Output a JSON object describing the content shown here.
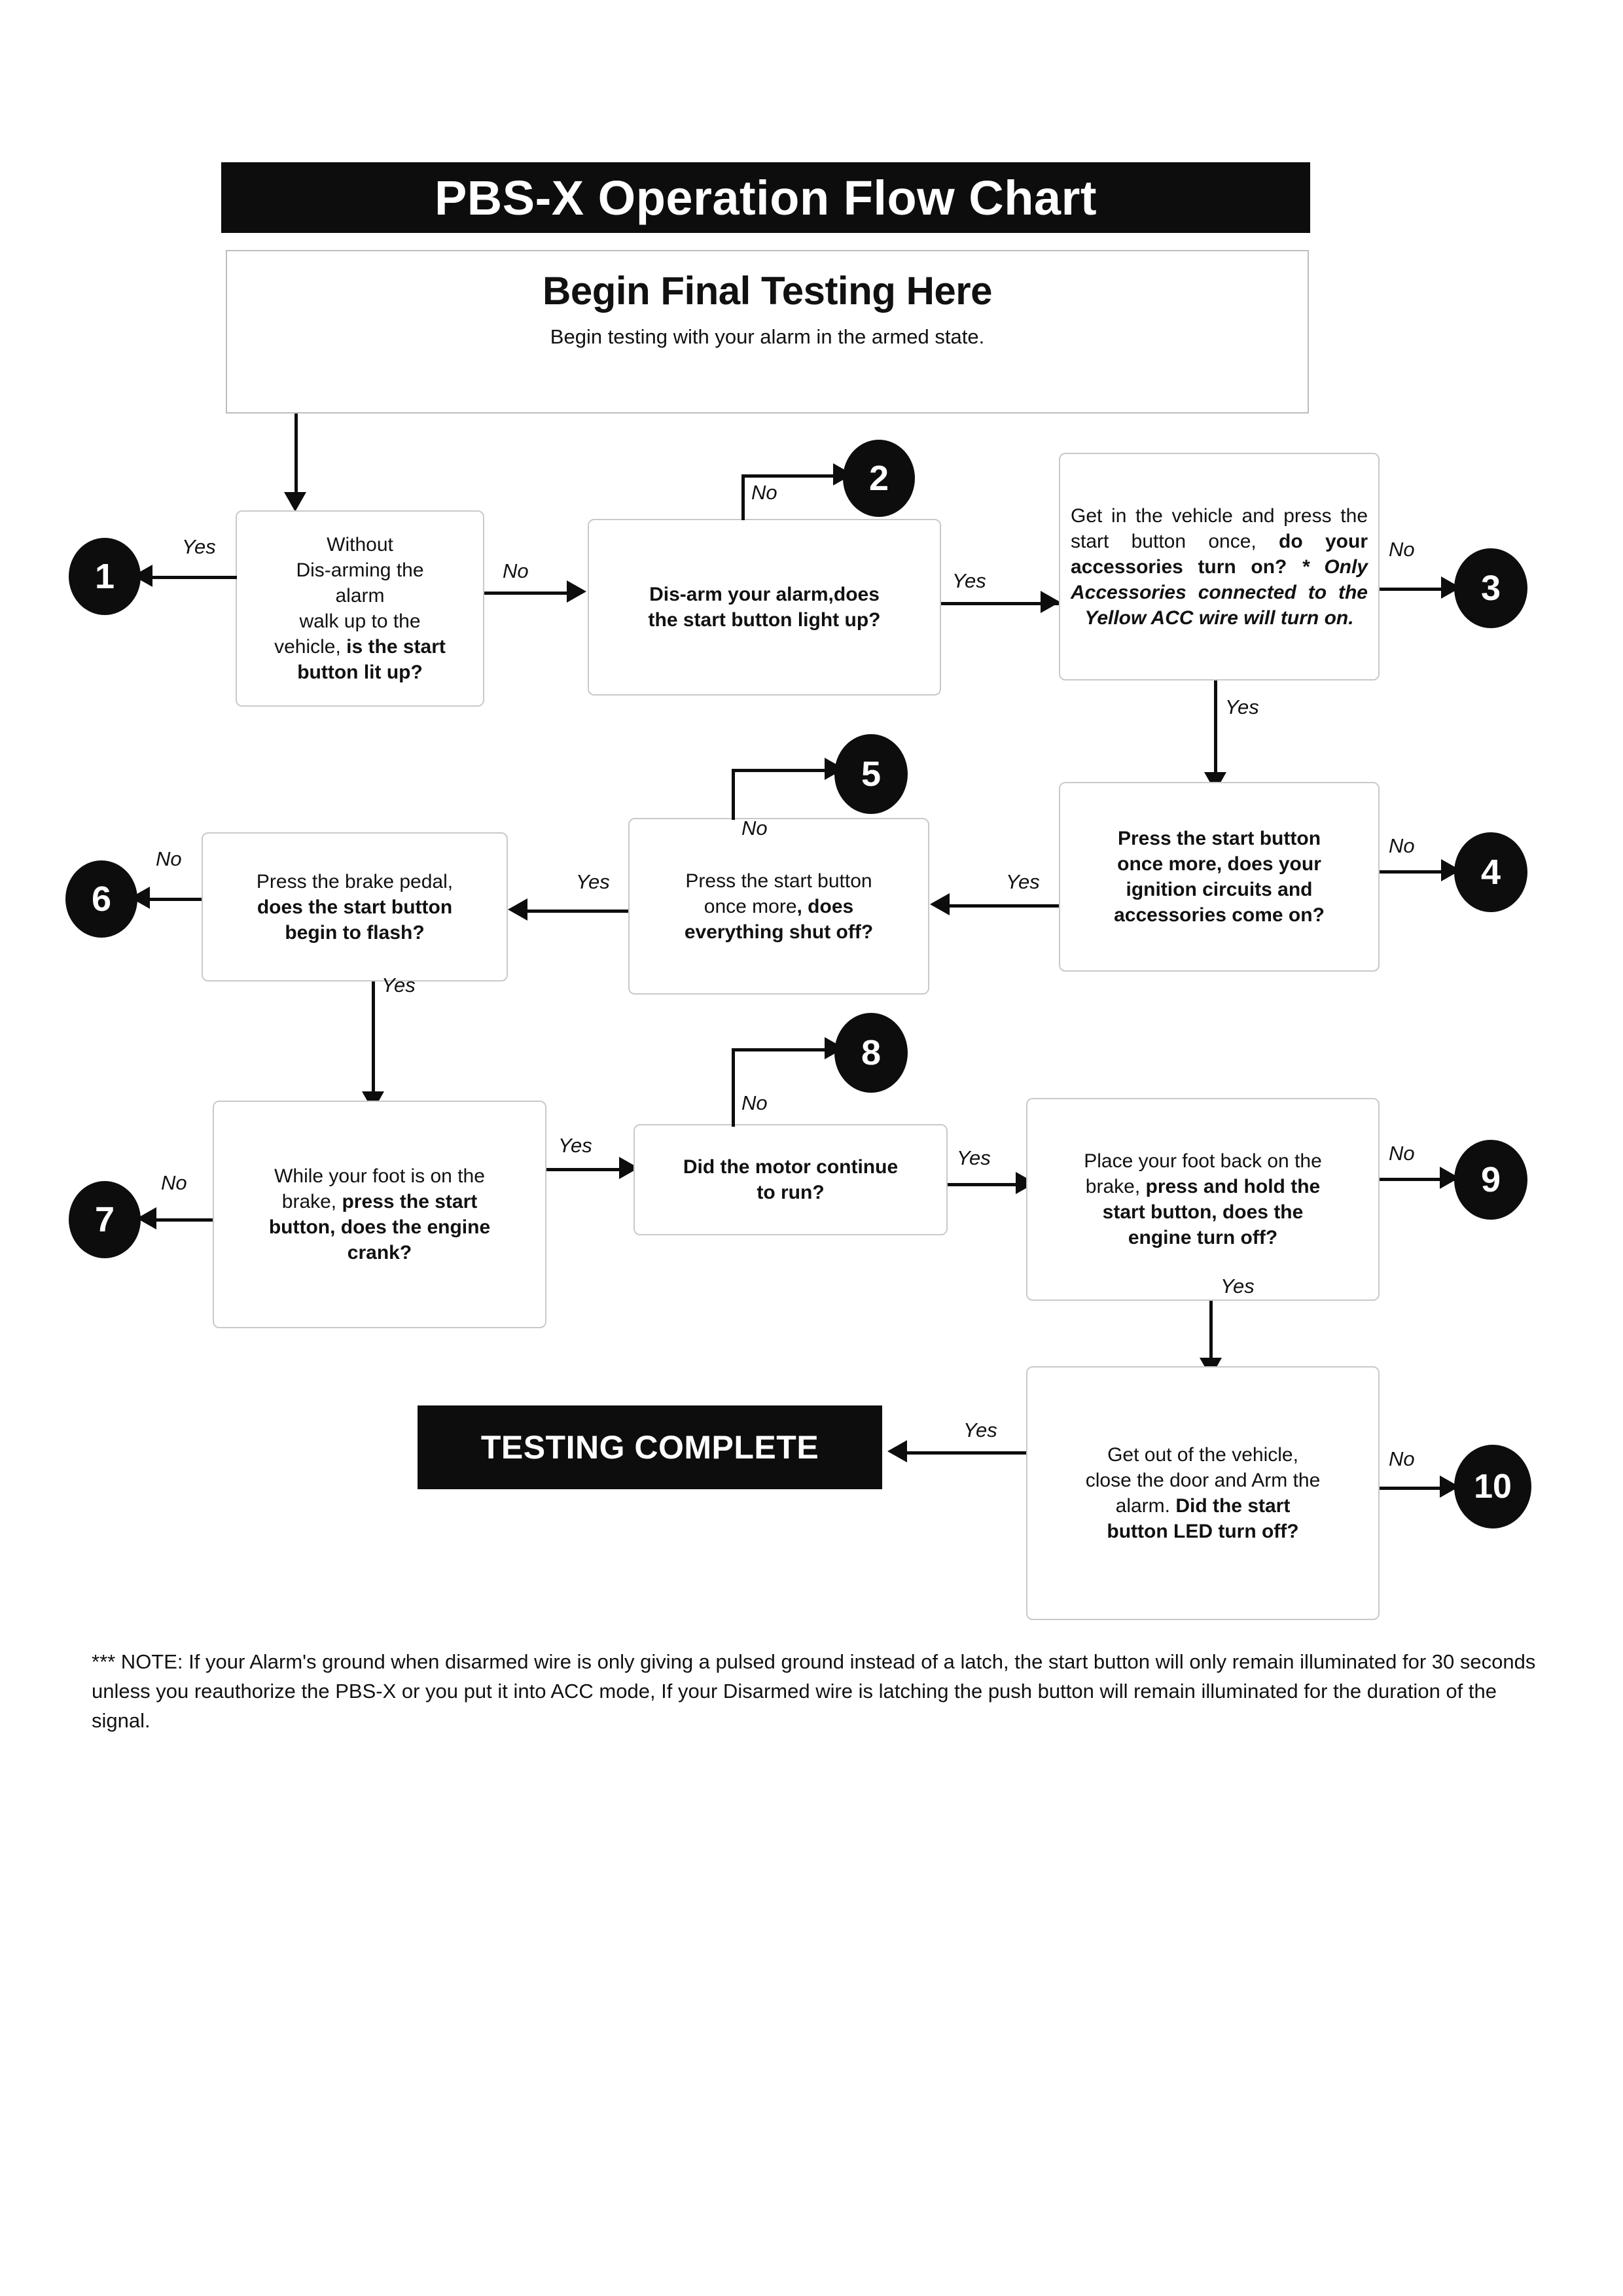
{
  "header": {
    "title": "PBS-X  Operation Flow Chart"
  },
  "start": {
    "heading": "Begin Final Testing Here",
    "subtext": "Begin testing with your alarm in the armed state."
  },
  "labels": {
    "yes": "Yes",
    "no": "No"
  },
  "nodes": {
    "n1": {
      "id": "without-disarming",
      "line1": "Without",
      "line2": "Dis-arming the",
      "line3": "alarm",
      "line4": "walk up to the",
      "line5_plain": "vehicle, ",
      "line5_bold": "is the start",
      "line6_bold": "button lit up?"
    },
    "n2": {
      "id": "disarm-alarm",
      "bold_line1": "Dis-arm your alarm,does",
      "bold_line2": "the start button light up?"
    },
    "n3": {
      "id": "get-in-vehicle",
      "plain": "Get in the vehicle and press the start button once, ",
      "bold": "do your accessories turn on?",
      "italic": " * Only Accessories connected  to the Yellow ACC wire will turn on."
    },
    "n4": {
      "id": "press-start-ignition",
      "bold_line1": "Press the start button",
      "bold_line2": "once more, does your",
      "bold_line3": "ignition circuits and",
      "bold_line4": "accessories come on?"
    },
    "n5": {
      "id": "press-start-shutoff",
      "plain_line1": "Press the start button",
      "plain_line2": "once more",
      "bold_line2": ", does",
      "bold_line3": "everything shut off?"
    },
    "n6": {
      "id": "brake-pedal-flash",
      "plain_line1": "Press the brake pedal,",
      "bold_line2": "does the start button",
      "bold_line3": "begin to flash?"
    },
    "n7": {
      "id": "foot-on-brake-crank",
      "plain_line1": "While your foot is on the",
      "plain_line2": "brake, ",
      "bold_line2": "press the start",
      "bold_line3": "button, does the engine",
      "bold_line4": "crank?"
    },
    "n8": {
      "id": "motor-continue-run",
      "bold_line1": "Did the motor continue",
      "bold_line2": "to run?"
    },
    "n9": {
      "id": "foot-back-brake-hold",
      "plain_line1": "Place your foot back on the",
      "plain_line2": "brake, ",
      "bold_line2": "press and hold the",
      "bold_line3": "start button, does the",
      "bold_line4": "engine turn off?"
    },
    "n10": {
      "id": "get-out-arm-alarm",
      "plain_line1": "Get out of the vehicle,",
      "plain_line2": "close the door and Arm the",
      "plain_line3": "alarm. ",
      "bold_line3": "Did the start",
      "bold_line4": "button LED turn off?"
    },
    "complete": {
      "id": "testing-complete",
      "label": "TESTING COMPLETE"
    }
  },
  "badges": {
    "b1": "1",
    "b2": "2",
    "b3": "3",
    "b4": "4",
    "b5": "5",
    "b6": "6",
    "b7": "7",
    "b8": "8",
    "b9": "9",
    "b10": "10"
  },
  "footer": {
    "note": "***  NOTE: If your Alarm's ground when disarmed wire is only giving a pulsed ground instead of a latch, the start button will only remain illuminated for 30 seconds unless you reauthorize the PBS-X or you put it into ACC mode, If your Disarmed wire is latching the push button will remain illuminated for the duration of the signal."
  },
  "colors": {
    "ink": "#0d0d0d",
    "box_border": "#c9c9c9",
    "page_bg": "#ffffff"
  }
}
